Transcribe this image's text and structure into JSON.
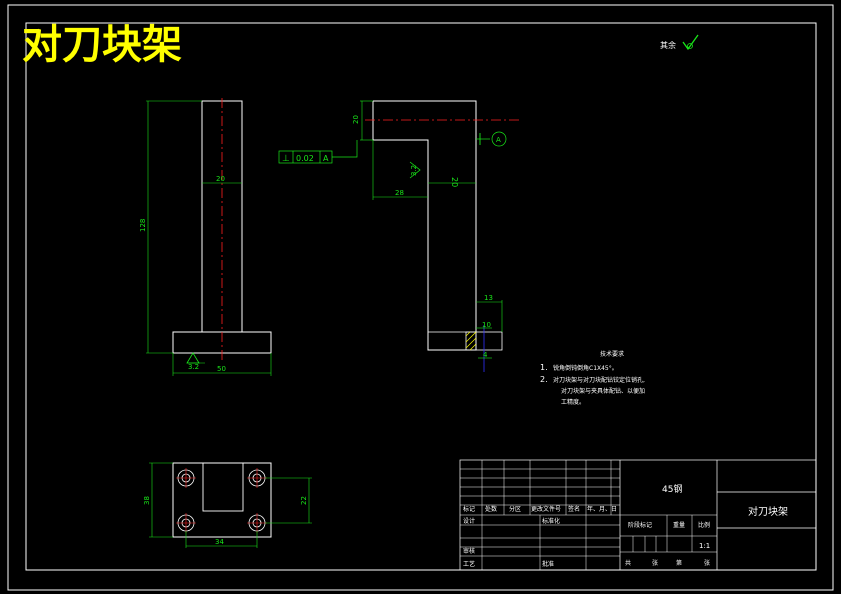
{
  "title": "对刀块架",
  "corner_roughness_label": "其余",
  "view_front": {
    "dim_height": "128",
    "dim_width_top": "20",
    "dim_base": "50",
    "roughness": "3.2"
  },
  "view_side": {
    "dim_top": "20",
    "dim_arm": "28",
    "dim_thickness": "20",
    "dim_foot": "13",
    "dim_foot_small": "10",
    "dim_foot_tiny": "4",
    "roughness": "3.2",
    "tolerance_symbol": "⊥",
    "tolerance_value": "0.02",
    "tolerance_datum": "A",
    "datum_label": "A"
  },
  "view_bottom": {
    "dim_width": "34",
    "dim_height": "38",
    "dim_right": "22"
  },
  "notes": {
    "heading": "技术要求",
    "item1_no": "1.",
    "item1": "锐角倒钝倒角C1X45°。",
    "item2_no": "2.",
    "item2": "对刀块架与对刀块配钻铰定位销孔,",
    "item3": "对刀块架与夹具体配钻、以便加",
    "item4": "工精度。"
  },
  "title_block": {
    "material": "45钢",
    "part_name": "对刀块架",
    "scale": "1:1",
    "h_mark": "标记",
    "h_count": "处数",
    "h_zone": "分区",
    "h_docno": "更改文件号",
    "h_sign": "签名",
    "h_date": "年、月、日",
    "h_design": "设计",
    "h_std": "标准化",
    "h_stage": "阶段标记",
    "h_weight": "重量",
    "h_ratio": "比例",
    "h_review": "审核",
    "h_process": "工艺",
    "h_approve": "批准",
    "f_total": "共",
    "f_sheet": "张",
    "f_no": "第",
    "f_sheet2": "张"
  }
}
